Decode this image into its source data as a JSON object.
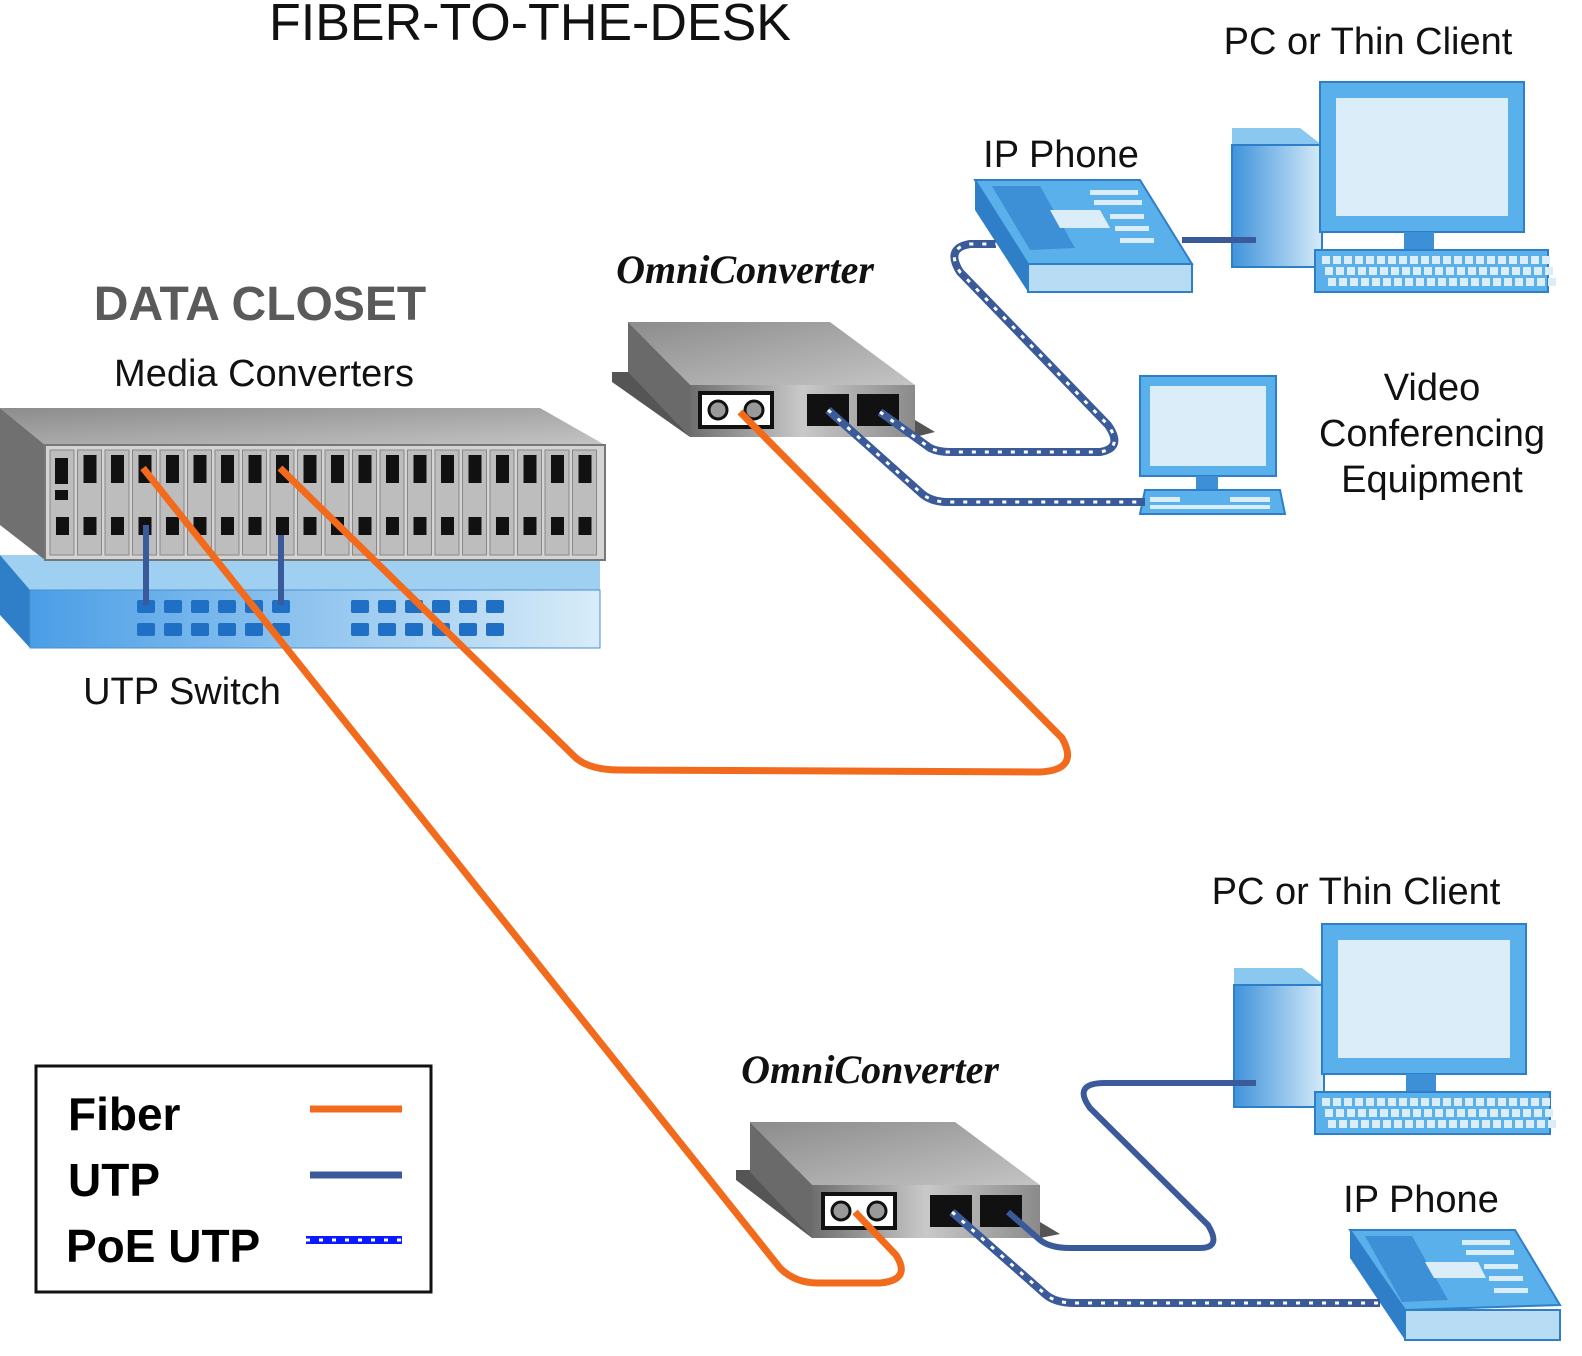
{
  "title": "FIBER-TO-THE-DESK",
  "data_closet": {
    "heading": "DATA CLOSET",
    "media_converters_label": "Media Converters",
    "switch_label": "UTP Switch"
  },
  "top_desk": {
    "converter_label": "OmniConverter",
    "pc_label": "PC or Thin Client",
    "phone_label": "IP Phone",
    "video_label_lines": [
      "Video",
      "Conferencing",
      "Equipment"
    ]
  },
  "bottom_desk": {
    "converter_label": "OmniConverter",
    "pc_label": "PC or Thin Client",
    "phone_label": "IP Phone"
  },
  "legend": {
    "fiber": "Fiber",
    "utp": "UTP",
    "poe_utp": "PoE UTP"
  },
  "colors": {
    "fiber": "#f26b1d",
    "utp": "#3a5a9a",
    "poe": "#0a1aff",
    "device_blue": "#5aaee8",
    "chassis_gray": "#9a9a9a"
  }
}
